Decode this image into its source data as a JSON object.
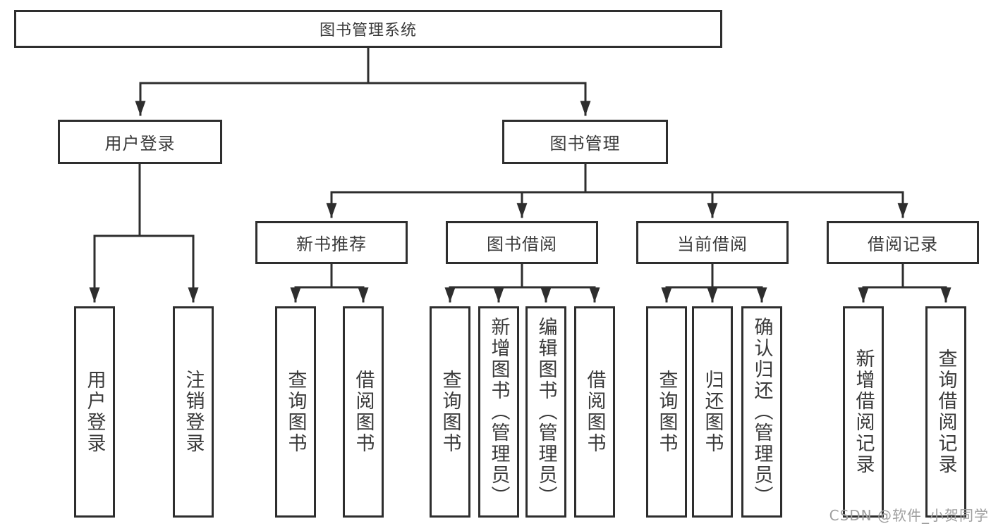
{
  "diagram": {
    "type": "hierarchy",
    "orientation": "top-down"
  },
  "colors": {
    "line": "#2e2e2e",
    "border": "#2e2e2e",
    "text": "#3a3a3a",
    "background": "#ffffff",
    "watermark": "#9e9e9e"
  },
  "tree": {
    "label": "图书管理系统",
    "children": [
      {
        "label": "用户登录",
        "children": [
          {
            "label": "用户登录"
          },
          {
            "label": "注销登录"
          }
        ]
      },
      {
        "label": "图书管理",
        "children": [
          {
            "label": "新书推荐",
            "children": [
              {
                "label": "查询图书"
              },
              {
                "label": "借阅图书"
              }
            ]
          },
          {
            "label": "图书借阅",
            "children": [
              {
                "label": "查询图书"
              },
              {
                "label": "新增图书（管理员）"
              },
              {
                "label": "编辑图书（管理员）"
              },
              {
                "label": "借阅图书"
              }
            ]
          },
          {
            "label": "当前借阅",
            "children": [
              {
                "label": "查询图书"
              },
              {
                "label": "归还图书"
              },
              {
                "label": "确认归还（管理员）"
              }
            ]
          },
          {
            "label": "借阅记录",
            "children": [
              {
                "label": "新增借阅记录"
              },
              {
                "label": "查询借阅记录"
              }
            ]
          }
        ]
      }
    ]
  },
  "watermark": {
    "text": "CSDN @软件_小贺同学"
  }
}
